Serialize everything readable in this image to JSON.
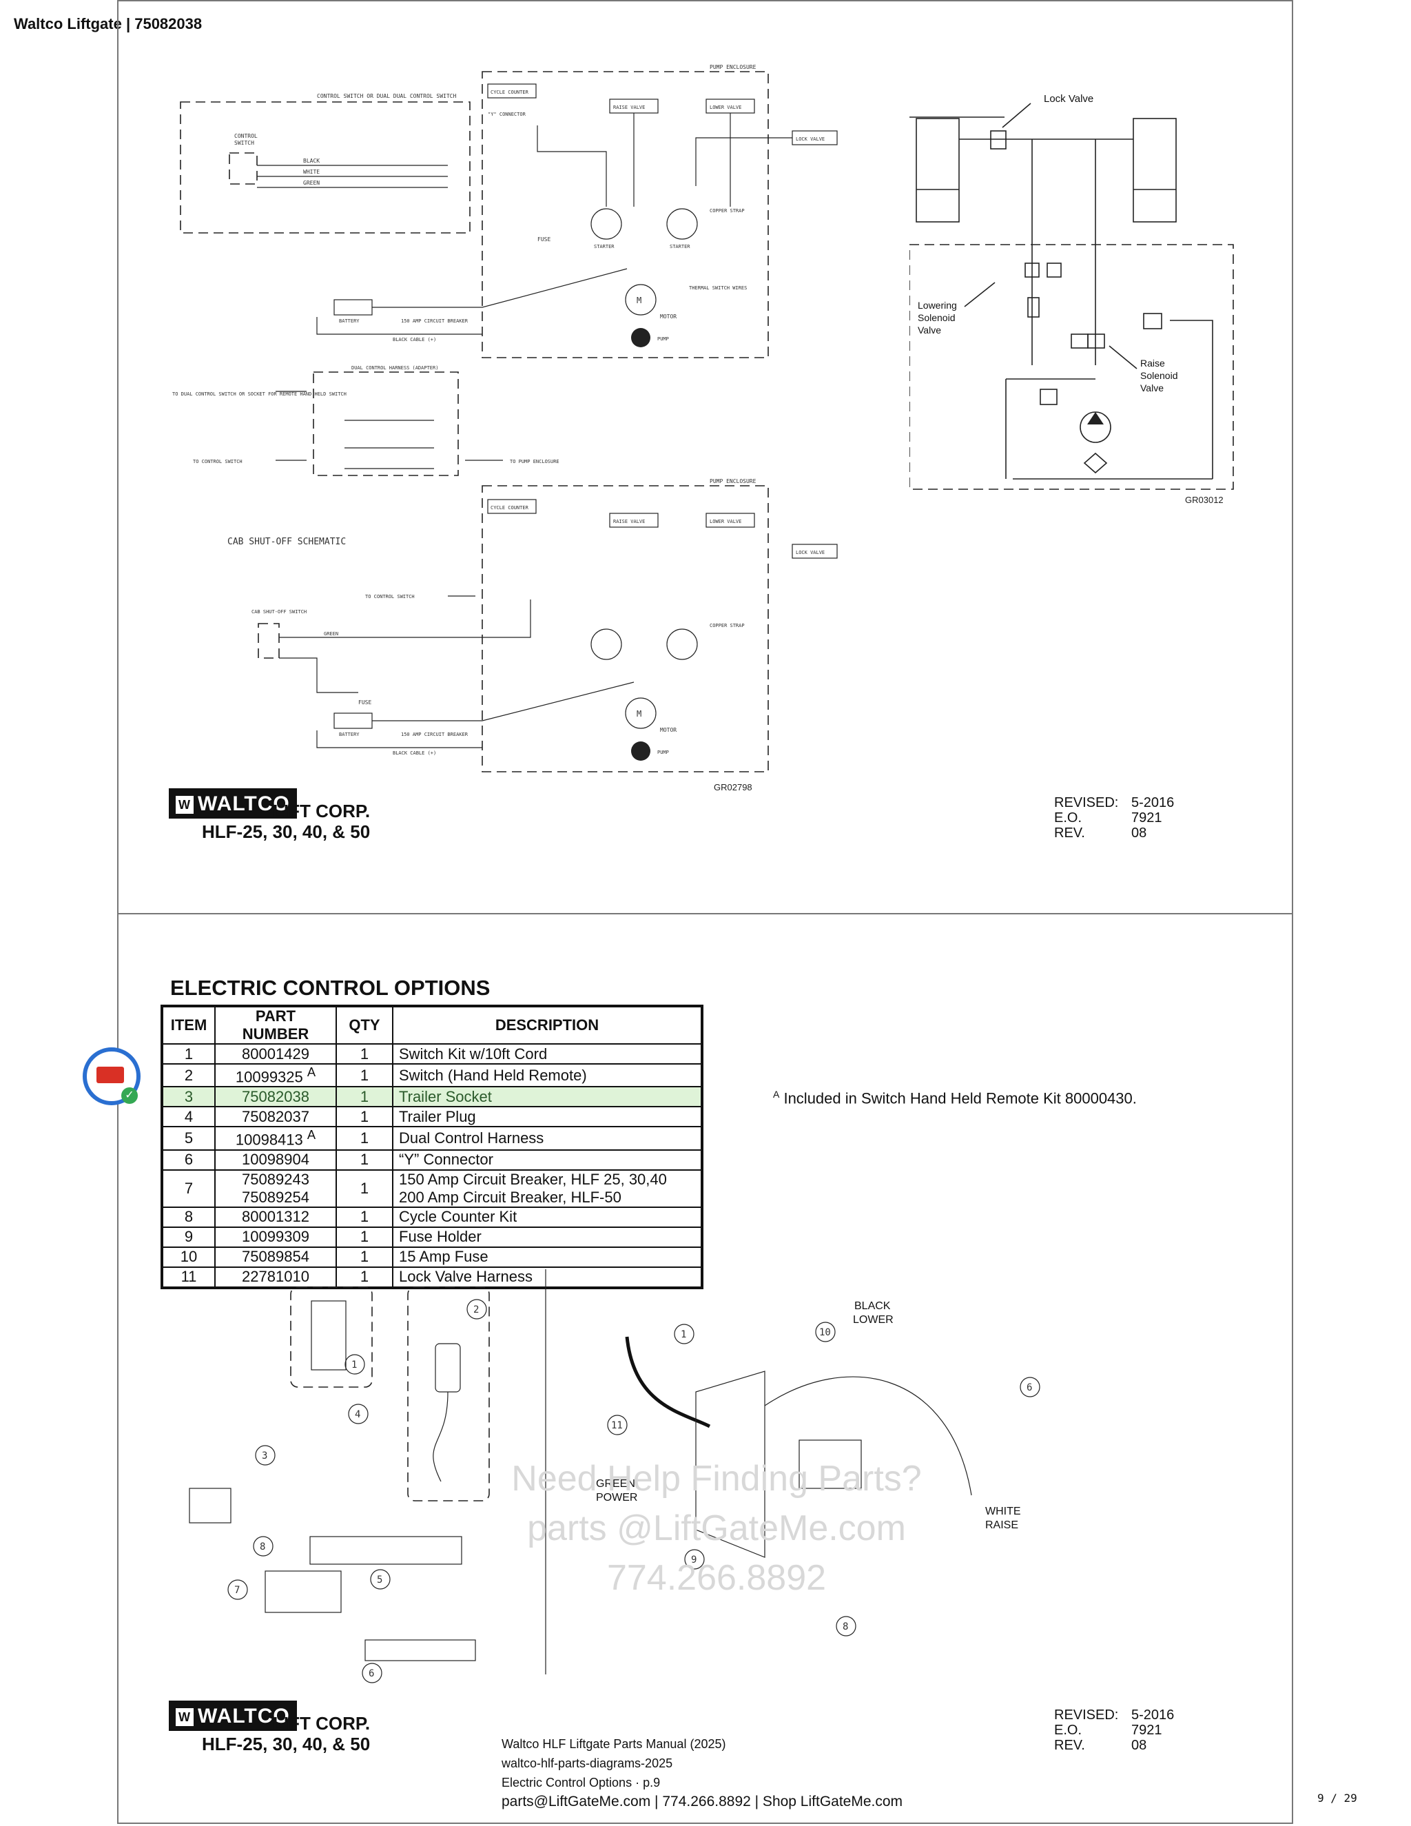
{
  "header": {
    "title": "Waltco Liftgate | 75082038"
  },
  "diagram_top": {
    "gr_left": "GR02798",
    "gr_right": "GR03012",
    "labels": {
      "lock_valve": "Lock Valve",
      "lowering_solenoid": [
        "Lowering",
        "Solenoid",
        "Valve"
      ],
      "raise_solenoid": [
        "Raise",
        "Solenoid",
        "Valve"
      ],
      "control_switch": "CONTROL SWITCH OR DUAL DUAL CONTROL SWITCH",
      "pump_enclosure": "PUMP ENCLOSURE",
      "cycle_counter": "CYCLE COUNTER",
      "raise_valve": "RAISE VALVE",
      "lower_valve": "LOWER VALVE",
      "lock_valve_box": "LOCK VALVE",
      "y_connector": "\"Y\" CONNECTOR",
      "copper_strap": "COPPER STRAP",
      "fuse": "FUSE",
      "thermal_switch": "THERMAL SWITCH WIRES",
      "motor": "MOTOR",
      "pump": "PUMP",
      "battery": "BATTERY",
      "breaker": "150 AMP CIRCUIT BREAKER",
      "black_cable": "BLACK CABLE (+)",
      "dual_harness": "DUAL CONTROL HARNESS (ADAPTER)",
      "to_dual": "TO DUAL CONTROL SWITCH OR SOCKET FOR REMOTE HAND HELD SWITCH",
      "to_control": "TO CONTROL SWITCH",
      "to_pump": "TO PUMP ENCLOSURE",
      "cab_shutoff_title": "CAB SHUT-OFF SCHEMATIC",
      "cab_shutoff_switch": "CAB SHUT-OFF SWITCH",
      "black": "BLACK",
      "white": "WHITE",
      "green": "GREEN"
    }
  },
  "title_block": {
    "logo": "WALTCO",
    "lift_corp": "LIFT CORP.",
    "models": "HLF-25, 30, 40, & 50",
    "revised_label": "REVISED:",
    "revised": "5-2016",
    "eo_label": "E.O.",
    "eo": "7921",
    "rev_label": "REV.",
    "rev": "08"
  },
  "section": {
    "title": "ELECTRIC CONTROL OPTIONS"
  },
  "table": {
    "headers": [
      "ITEM",
      "PART NUMBER",
      "QTY",
      "DESCRIPTION"
    ],
    "rows": [
      {
        "item": "1",
        "part": "80001429",
        "qty": "1",
        "desc": "Switch Kit w/10ft Cord"
      },
      {
        "item": "2",
        "part": "10099325",
        "sup": "A",
        "qty": "1",
        "desc": "Switch (Hand Held Remote)"
      },
      {
        "item": "3",
        "part": "75082038",
        "qty": "1",
        "desc": "Trailer Socket"
      },
      {
        "item": "4",
        "part": "75082037",
        "qty": "1",
        "desc": "Trailer Plug"
      },
      {
        "item": "5",
        "part": "10098413",
        "sup": "A",
        "qty": "1",
        "desc": "Dual Control Harness"
      },
      {
        "item": "6",
        "part": "10098904",
        "qty": "1",
        "desc": "“Y” Connector"
      },
      {
        "item": "7",
        "part": "75089243",
        "part2": "75089254",
        "qty": "1",
        "desc": "150 Amp Circuit Breaker, HLF 25, 30,40",
        "desc2": "200 Amp Circuit Breaker, HLF-50"
      },
      {
        "item": "8",
        "part": "80001312",
        "qty": "1",
        "desc": "Cycle Counter Kit"
      },
      {
        "item": "9",
        "part": "10099309",
        "qty": "1",
        "desc": "Fuse Holder"
      },
      {
        "item": "10",
        "part": "75089854",
        "qty": "1",
        "desc": "15 Amp Fuse"
      },
      {
        "item": "11",
        "part": "22781010",
        "qty": "1",
        "desc": "Lock Valve Harness"
      }
    ]
  },
  "footnote": {
    "sup": "A",
    "text": " Included in Switch Hand Held Remote Kit 80000430."
  },
  "illustration": {
    "black_lower": [
      "BLACK",
      "LOWER"
    ],
    "green_power": [
      "GREEN",
      "POWER"
    ],
    "white_raise": [
      "WHITE",
      "RAISE"
    ],
    "callouts": [
      "1",
      "2",
      "3",
      "4",
      "5",
      "6",
      "7",
      "8",
      "9",
      "10",
      "11"
    ]
  },
  "watermark": {
    "line1": "Need Help Finding Parts?",
    "line2": "parts @LiftGateMe.com",
    "line3": "774.266.8892"
  },
  "footer": {
    "manual": "Waltco HLF Liftgate Parts Manual (2025)",
    "slug": "waltco-hlf-parts-diagrams-2025",
    "section": "Electric Control Options · p.9",
    "contact": "parts@LiftGateMe.com | 774.266.8892 | Shop LiftGateMe.com"
  },
  "page": {
    "indicator": "9 / 29"
  }
}
